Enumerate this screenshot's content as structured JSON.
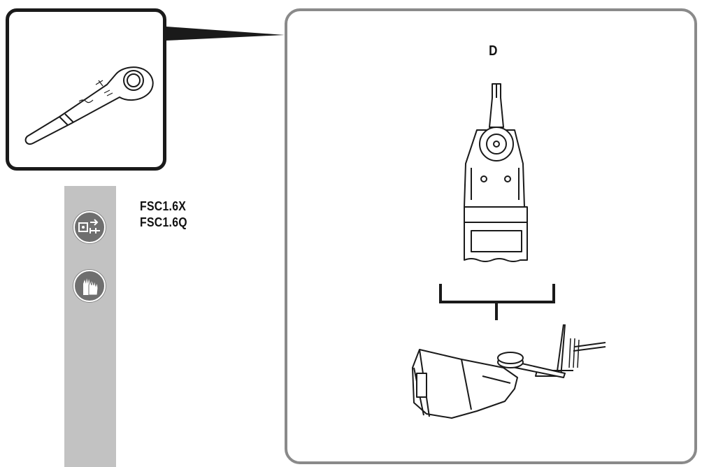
{
  "step": {
    "label": "D"
  },
  "models": [
    "FSC1.6X",
    "FSC1.6Q"
  ],
  "icons": [
    "unplug-power-icon",
    "gloves-icon"
  ],
  "colors": {
    "frame": "#8a8a8a",
    "sidebar": "#c2c2c2",
    "icon_bg": "#6f6f6f",
    "ink": "#1a1a1a"
  }
}
